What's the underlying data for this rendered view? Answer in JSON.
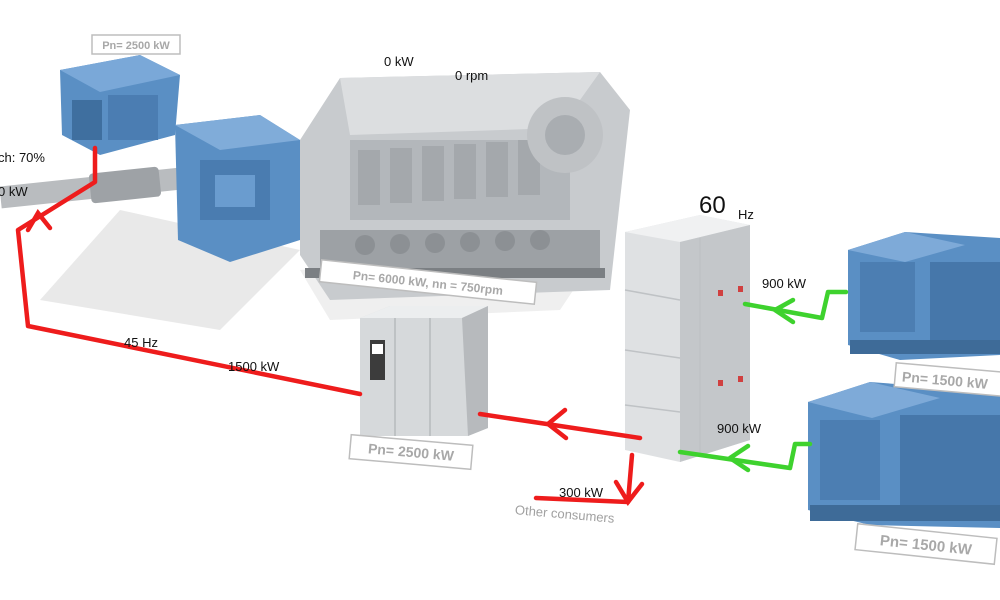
{
  "labels": {
    "motor_rating": "Pn= 2500 kW",
    "pitch_partial": "ch: 70%",
    "power_partial": "0 kW",
    "engine_power": "0 kW",
    "engine_speed": "0 rpm",
    "engine_rating": "Pn= 6000 kW, nn = 750rpm",
    "freq_left": "45 Hz",
    "power_left": "1500 kW",
    "converter_rating": "Pn= 2500 kW",
    "bus_freq_value": "60",
    "bus_freq_unit": "Hz",
    "gen1_power": "900 kW",
    "gen2_power": "900 kW",
    "consumer_power": "300 kW",
    "consumer_label": "Other consumers",
    "gen1_rating": "Pn= 1500 kW",
    "gen2_rating": "Pn= 1500 kW"
  },
  "colors": {
    "power_line": "#ee1c1c",
    "generator_line": "#3ed22e",
    "machine_blue": "#5a8fc4",
    "cabinet_grey": "#d9dcde"
  }
}
